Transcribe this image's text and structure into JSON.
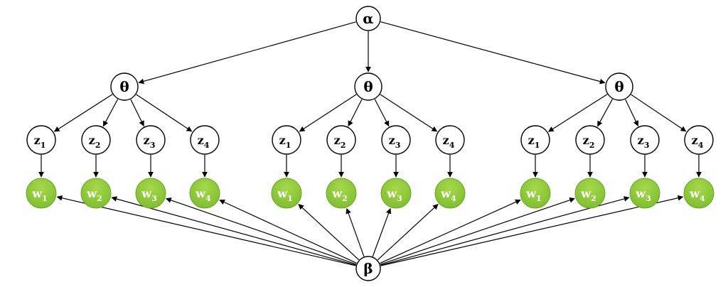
{
  "diagram": {
    "type": "bayesian-network",
    "group_count": 3,
    "per_group_count": 4,
    "nodes": {
      "alpha": {
        "label": "α"
      },
      "theta": {
        "label": "θ"
      },
      "beta": {
        "label": "β"
      },
      "z": [
        {
          "base": "z",
          "sub": "1"
        },
        {
          "base": "z",
          "sub": "2"
        },
        {
          "base": "z",
          "sub": "3"
        },
        {
          "base": "z",
          "sub": "4"
        }
      ],
      "w": [
        {
          "base": "w",
          "sub": "1"
        },
        {
          "base": "w",
          "sub": "2"
        },
        {
          "base": "w",
          "sub": "3"
        },
        {
          "base": "w",
          "sub": "4"
        }
      ]
    },
    "colors": {
      "background": "#ffffff",
      "plain_fill": "#ffffff",
      "plain_stroke": "#000000",
      "word_fill": "#76b82a",
      "word_fill_light": "#a6d84b",
      "word_stroke": "#69a524",
      "word_text": "#ffffff",
      "edge": "#000000"
    }
  }
}
